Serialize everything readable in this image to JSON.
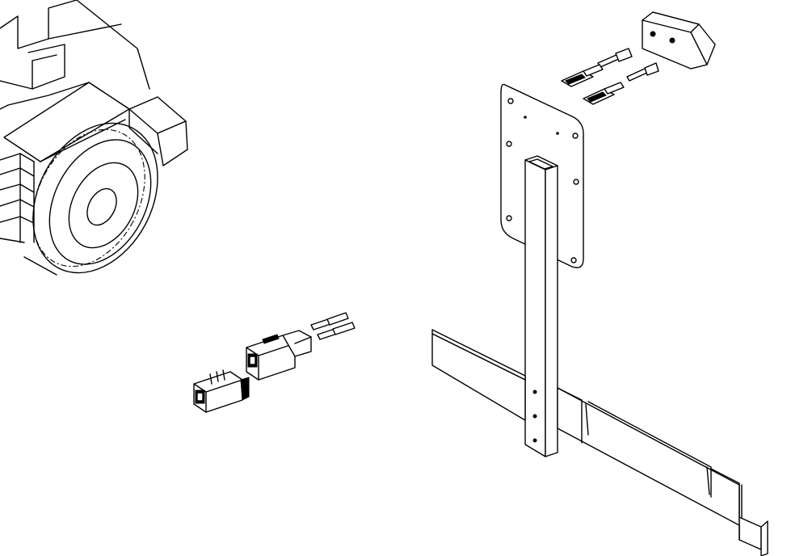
{
  "parts": [
    {
      "id": "vehicle-front",
      "icon": "tractor-wheel-icon"
    },
    {
      "id": "connector-housing-female",
      "icon": "connector-icon"
    },
    {
      "id": "connector-housing-male",
      "icon": "connector-icon"
    },
    {
      "id": "pin-terminals",
      "icon": "pin-icon"
    },
    {
      "id": "mounting-plate",
      "icon": "plate-icon"
    },
    {
      "id": "support-post",
      "icon": "post-icon"
    },
    {
      "id": "bracket-channel",
      "icon": "channel-icon"
    },
    {
      "id": "light-housing",
      "icon": "lamp-icon"
    },
    {
      "id": "spade-terminals",
      "icon": "terminal-icon"
    }
  ],
  "colors": {
    "line": "#000000",
    "background": "#ffffff"
  }
}
